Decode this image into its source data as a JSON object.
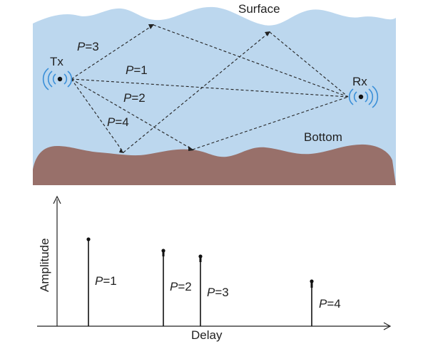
{
  "labels": {
    "surface": "Surface",
    "bottom": "Bottom",
    "tx": "Tx",
    "rx": "Rx"
  },
  "paths": [
    {
      "p": "P",
      "eq": "=1"
    },
    {
      "p": "P",
      "eq": "=2"
    },
    {
      "p": "P",
      "eq": "=3"
    },
    {
      "p": "P",
      "eq": "=4"
    }
  ],
  "chart": {
    "ylabel": "Amplitude",
    "xlabel": "Delay"
  },
  "colors": {
    "water": "#bcd7ee",
    "seabed": "#98706a",
    "lines": "#222222"
  },
  "icons": {
    "tx": "transmitter-signal-icon",
    "rx": "receiver-signal-icon"
  }
}
